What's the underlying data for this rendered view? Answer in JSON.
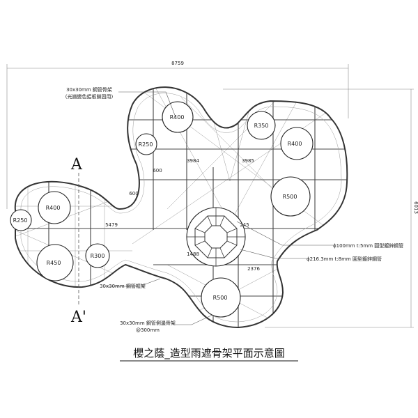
{
  "title": "櫻之蔭_造型雨遮骨架平面示意圖",
  "dimensions": {
    "overall_width": "8759",
    "overall_height": "6013",
    "d_3984": "3984",
    "d_3985": "3985",
    "d_600_a": "600",
    "d_600_b": "600",
    "d_5479": "5479",
    "d_245": "245",
    "d_1488": "1488",
    "d_2376": "2376"
  },
  "radii": {
    "r400_top": "R400",
    "r250_top": "R250",
    "r350": "R350",
    "r400_right": "R400",
    "r500_right": "R500",
    "r400_left": "R400",
    "r250_left": "R250",
    "r450": "R450",
    "r300": "R300",
    "r500_bottom": "R500"
  },
  "section": {
    "a": "A",
    "a_prime": "A'"
  },
  "notes": {
    "top_frame_line1": "30x30mm 鋼管骨架",
    "top_frame_line2": "(光譜變色鋁板鎖固用)",
    "frame": "30x30mm 鋼管框架",
    "edge_line1": "30x30mm 鋼管側邊骨架",
    "edge_line2": "@300mm",
    "pipe_100": "ϕ100mm t:5mm 圓型鍍鋅鋼管",
    "pipe_216": "ϕ216.3mm t:8mm 圓型鍍鋅鋼管"
  }
}
